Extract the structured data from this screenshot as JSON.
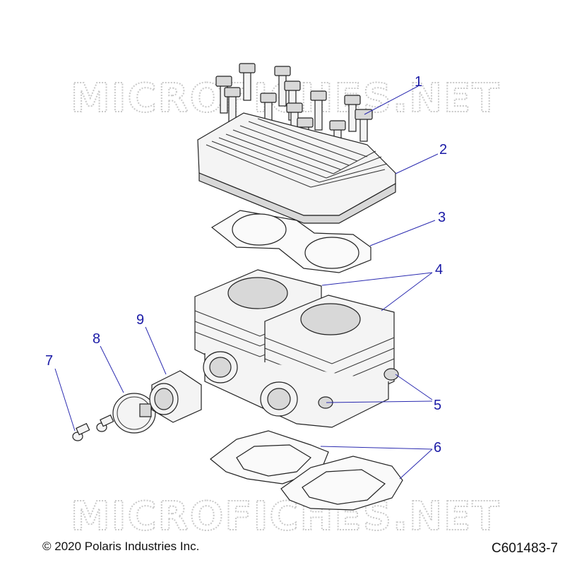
{
  "watermark": "MICROFICHES.NET",
  "callouts": [
    "1",
    "2",
    "3",
    "4",
    "5",
    "6",
    "7",
    "8",
    "9"
  ],
  "copyright": "© 2020 Polaris Industries Inc.",
  "diagram_code": "C601483-7"
}
